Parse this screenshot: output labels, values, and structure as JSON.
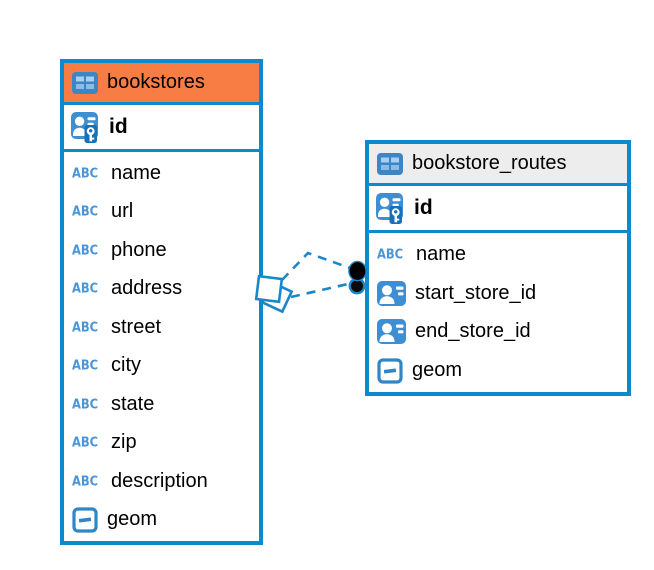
{
  "diagram": {
    "kind": "entity-relationship",
    "background": "#ffffff"
  },
  "colors": {
    "blue": "#0d89cf",
    "orange": "#f87d45",
    "gray-header": "#ededed",
    "icon-blue": "#3e8ed3",
    "abc-blue": "#4a95d6",
    "key-blue": "#1572ba",
    "line-blue": "#1b87c9"
  },
  "icons": {
    "abc_label": "ABC",
    "table_icon": "table-grid-icon",
    "pk_icon": "person-with-key-icon",
    "fk_icon": "person-badge-icon",
    "geometry_icon": "geometry-box-icon"
  },
  "tables": [
    {
      "name": "bookstores",
      "header_bg": "#f87d45",
      "pk": "id",
      "columns": [
        {
          "name": "name",
          "icon": "abc"
        },
        {
          "name": "url",
          "icon": "abc"
        },
        {
          "name": "phone",
          "icon": "abc"
        },
        {
          "name": "address",
          "icon": "abc"
        },
        {
          "name": "street",
          "icon": "abc"
        },
        {
          "name": "city",
          "icon": "abc"
        },
        {
          "name": "state",
          "icon": "abc"
        },
        {
          "name": "zip",
          "icon": "abc"
        },
        {
          "name": "description",
          "icon": "abc"
        },
        {
          "name": "geom",
          "icon": "geometry"
        }
      ]
    },
    {
      "name": "bookstore_routes",
      "header_bg": "#ededed",
      "pk": "id",
      "columns": [
        {
          "name": "name",
          "icon": "abc"
        },
        {
          "name": "start_store_id",
          "icon": "person"
        },
        {
          "name": "end_store_id",
          "icon": "person"
        },
        {
          "name": "geom",
          "icon": "geometry"
        }
      ]
    }
  ],
  "relationship": {
    "type": "foreign-key",
    "line_style": "dashed",
    "line_color": "#1b87c9",
    "source_marker": "overlapping-squares",
    "target_marker": "stacked-dots",
    "line_count": 2
  }
}
